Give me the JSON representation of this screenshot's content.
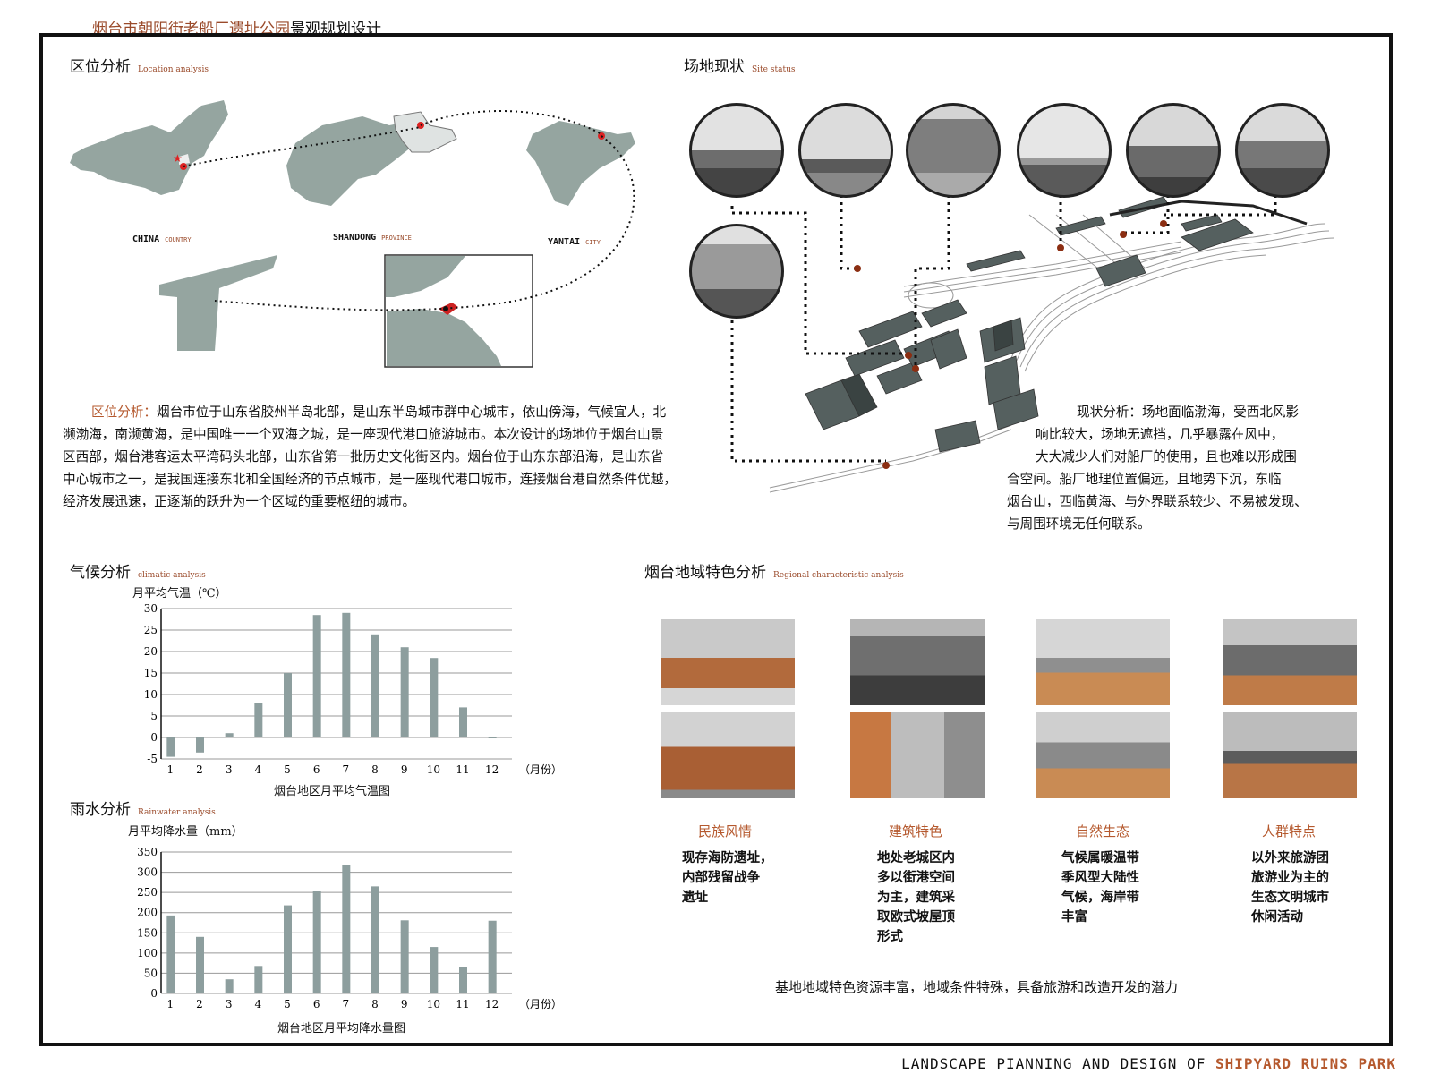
{
  "header": {
    "title_red": "烟台市朝阳街老船厂遗址公园",
    "title_black": "景观规划设计"
  },
  "location": {
    "title": "区位分析",
    "title_en": "Location analysis",
    "labels": [
      {
        "name": "CHINA",
        "sub": "COUNTRY"
      },
      {
        "name": "SHANDONG",
        "sub": "PROVINCE"
      },
      {
        "name": "YANTAI",
        "sub": "CITY"
      }
    ],
    "para_hl": "区位分析：",
    "para_lines": [
      "烟台市位于山东省胶州半岛北部，是山东半岛城市群中心城市，依山傍海，气候宜人，北",
      "濒渤海，南濒黄海，是中国唯一一个双海之城，是一座现代港口旅游城市。本次设计的场地位于烟台山景",
      "区西部，烟台港客运太平湾码头北部，山东省第一批历史文化街区内。烟台位于山东东部沿海，是山东省",
      "中心城市之一，是我国连接东北和全国经济的节点城市，是一座现代港口城市，连接烟台港自然条件优越，",
      "经济发展迅速，正逐渐的跃升为一个区域的重要枢纽的城市。"
    ]
  },
  "site": {
    "title": "场地现状",
    "title_en": "Site status",
    "para_lines": [
      "现状分析：场地面临渤海，受西北风影",
      "响比较大，场地无遮挡，几乎暴露在风中，",
      "大大减少人们对船厂的使用，且也难以形成围",
      "合空间。船厂地理位置偏远，且地势下沉，东临",
      "烟台山，西临黄海、与外界联系较少、不易被发现、",
      "与周围环境无任何联系。"
    ]
  },
  "climate": {
    "title": "气候分析",
    "title_en": "climatic analysis",
    "ylabel": "月平均气温（℃）",
    "caption": "烟台地区月平均气温图",
    "unit": "（月份）"
  },
  "rain": {
    "title": "雨水分析",
    "title_en": "Rainwater analysis",
    "ylabel": "月平均降水量（mm）",
    "caption": "烟台地区月平均降水量图",
    "unit": "（月份）"
  },
  "chart_data": [
    {
      "type": "bar",
      "ylabel": "月平均气温（℃）",
      "xlabel": "烟台地区月平均气温图",
      "categories": [
        "1",
        "2",
        "3",
        "4",
        "5",
        "6",
        "7",
        "8",
        "9",
        "10",
        "11",
        "12"
      ],
      "values": [
        -4.5,
        -3.5,
        1,
        8,
        15,
        28.5,
        29,
        24,
        21,
        18.5,
        7,
        0
      ],
      "ylim": [
        -5,
        30
      ],
      "yticks": [
        -5,
        0,
        5,
        10,
        15,
        20,
        25,
        30
      ],
      "grid": true
    },
    {
      "type": "bar",
      "ylabel": "月平均降水量（mm）",
      "xlabel": "烟台地区月平均降水量图",
      "categories": [
        "1",
        "2",
        "3",
        "4",
        "5",
        "6",
        "7",
        "8",
        "9",
        "10",
        "11",
        "12"
      ],
      "values": [
        193,
        140,
        35,
        68,
        218,
        253,
        317,
        265,
        181,
        115,
        65,
        180
      ],
      "ylim": [
        0,
        350
      ],
      "yticks": [
        0,
        50,
        100,
        150,
        200,
        250,
        300,
        350
      ],
      "grid": true
    }
  ],
  "regional": {
    "title": "烟台地域特色分析",
    "title_en": "Regional characteristic analysis",
    "categories": [
      {
        "title": "民族风情",
        "lines": [
          "现存海防遗址，",
          "内部残留战争",
          "遗址"
        ]
      },
      {
        "title": "建筑特色",
        "lines": [
          "地处老城区内",
          "多以街港空间",
          "为主，建筑采",
          "取欧式坡屋顶",
          "形式"
        ]
      },
      {
        "title": "自然生态",
        "lines": [
          "气候属暖温带",
          "季风型大陆性",
          "气候，海岸带",
          "丰富"
        ]
      },
      {
        "title": "人群特点",
        "lines": [
          "以外来旅游团",
          "旅游业为主的",
          "生态文明城市",
          "休闲活动"
        ]
      }
    ],
    "summary": "基地地域特色资源丰富，地域条件特殊，具备旅游和改造开发的潜力"
  },
  "footer": {
    "black": "LANDSCAPE PIANNING AND DESIGN OF ",
    "red": "SHIPYARD RUINS PARK"
  },
  "colors": {
    "map": "#95a5a0",
    "accent": "#b5592e",
    "dot": "#8b2e12",
    "bar": "#8d9e9e"
  }
}
